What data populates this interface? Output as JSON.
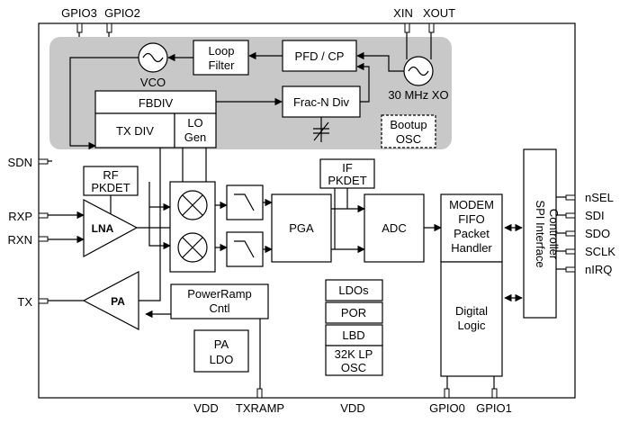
{
  "pins": {
    "gpio3": "GPIO3",
    "gpio2": "GPIO2",
    "xin": "XIN",
    "xout": "XOUT",
    "sdn": "SDN",
    "rxp": "RXP",
    "rxn": "RXN",
    "tx": "TX",
    "vdd_left": "VDD",
    "txramp": "TXRAMP",
    "vdd_mid": "VDD",
    "gpio0": "GPIO0",
    "gpio1": "GPIO1",
    "nsel": "nSEL",
    "sdi": "SDI",
    "sdo": "SDO",
    "sclk": "SCLK",
    "nirq": "nIRQ"
  },
  "synth": {
    "vco": "VCO",
    "loop_filter_1": "Loop",
    "loop_filter_2": "Filter",
    "pfd_cp": "PFD / CP",
    "xo": "30 MHz XO",
    "fbdiv": "FBDIV",
    "tx_div": "TX DIV",
    "lo_gen_1": "LO",
    "lo_gen_2": "Gen",
    "frac_n_div": "Frac-N Div",
    "bootup_osc_1": "Bootup",
    "bootup_osc_2": "OSC"
  },
  "rf": {
    "rf_pkdet_1": "RF",
    "rf_pkdet_2": "PKDET",
    "lna": "LNA",
    "pa": "PA",
    "pga": "PGA",
    "if_pkdet_1": "IF",
    "if_pkdet_2": "PKDET",
    "adc": "ADC",
    "powerramp_1": "PowerRamp",
    "powerramp_2": "Cntl",
    "pa_ldo_1": "PA",
    "pa_ldo_2": "LDO"
  },
  "support": {
    "ldos": "LDOs",
    "por": "POR",
    "lbd": "LBD",
    "lp_osc_1": "32K LP",
    "lp_osc_2": "OSC"
  },
  "digital": {
    "modem_1": "MODEM",
    "modem_2": "FIFO",
    "modem_3": "Packet",
    "modem_4": "Handler",
    "digital_logic_1": "Digital",
    "digital_logic_2": "Logic",
    "spi_1": "SPI Interface",
    "spi_2": "Controller"
  },
  "colors": {
    "synth_bg": "#c8c8c8",
    "outline": "#000000"
  }
}
